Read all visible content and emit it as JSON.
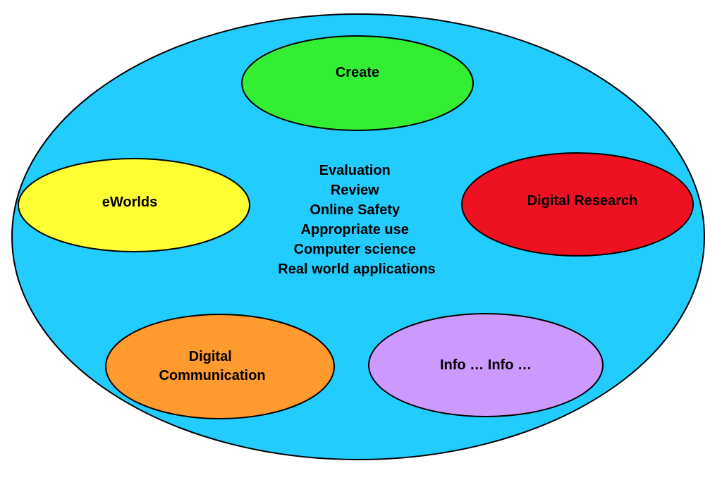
{
  "diagram": {
    "center_items": [
      "Evaluation",
      "Review",
      "Online Safety",
      "Appropriate use",
      "Computer science",
      "Real world applications"
    ],
    "nodes": {
      "create": {
        "lines": [
          "Create"
        ],
        "color": "#33EE33"
      },
      "eworlds": {
        "lines": [
          "eWorlds"
        ],
        "color": "#FFFF33"
      },
      "digital_research": {
        "lines": [
          "Digital Research"
        ],
        "color": "#EE1122"
      },
      "digital_communication": {
        "lines": [
          "Digital",
          "Communication"
        ],
        "color": "#FF9A2E"
      },
      "info": {
        "lines": [
          "Info … Info …"
        ],
        "color": "#CC99FF"
      }
    },
    "outer_color": "#22CCFF"
  }
}
